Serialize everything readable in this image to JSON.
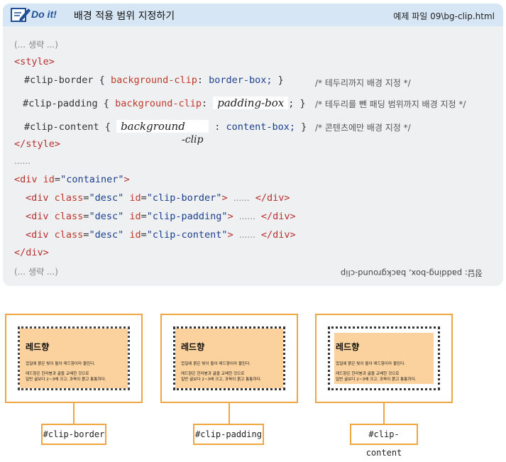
{
  "header": {
    "badge": "Do it!",
    "title": "배경 적용 범위 지정하기",
    "file": "예제 파일 09\\bg-clip.html"
  },
  "code": {
    "omit_start": "(... 생략 ...)",
    "style_open": "<style>",
    "r1_sel": "#clip-border",
    "r1_prop": "background-clip",
    "r1_val": "border-box;",
    "r1_cmt": "/* 테두리까지 배경 지정 */",
    "r2_sel": "#clip-padding",
    "r2_prop": "background-clip",
    "r2_hand": "padding-box",
    "r2_cmt": "/* 테두리를 뺀 패딩 범위까지 배경 지정 */",
    "r3_sel": "#clip-content",
    "r3_hand1": "background",
    "r3_hand2": "-clip",
    "r3_val": "content-box;",
    "r3_cmt": "/* 콘텐츠에만 배경 지정 */",
    "style_close": "</style>",
    "dots": "......",
    "div_open_tag": "<div",
    "div_attr_id": "id",
    "div_id_val": "\"container\"",
    "div_attr_class": "class",
    "desc_val": "\"desc\"",
    "child1_id": "\"clip-border\"",
    "child2_id": "\"clip-padding\"",
    "child3_id": "\"clip-content\"",
    "inner_dots": "......",
    "div_close": "</div>",
    "omit_end": "(... 생략 ...)",
    "answer": "정답: padding-box, background-clip"
  },
  "demos": [
    {
      "heading": "레드향",
      "line1": "껍질에 붉은 빛이 돌아 레드향이라 불린다.",
      "line2": "레드향은 한라봉과 귤을 교배한 것으로",
      "line3": "일반 귤보다 2~3배 크고, 과육이 붉고 통통하다.",
      "label": "#clip-border"
    },
    {
      "heading": "레드향",
      "line1": "껍질에 붉은 빛이 돌아 레드향이라 불린다.",
      "line2": "레드향은 한라봉과 귤을 교배한 것으로",
      "line3": "일반 귤보다 2~3배 크고, 과육이 붉고 통통하다.",
      "label": "#clip-padding"
    },
    {
      "heading": "레드향",
      "line1": "껍질에 붉은 빛이 돌아 레드향이라 불린다.",
      "line2": "레드향은 한라봉과 귤을 교배한 것으로",
      "line3": "일반 귤보다 2~3배 크고, 과육이 붉고 통통하다.",
      "label": "#clip-content"
    }
  ],
  "colors": {
    "accent": "#f0a640",
    "fill": "#fbd29e",
    "header_bg": "#d6e6f5",
    "code_bg": "#eef0f2"
  }
}
